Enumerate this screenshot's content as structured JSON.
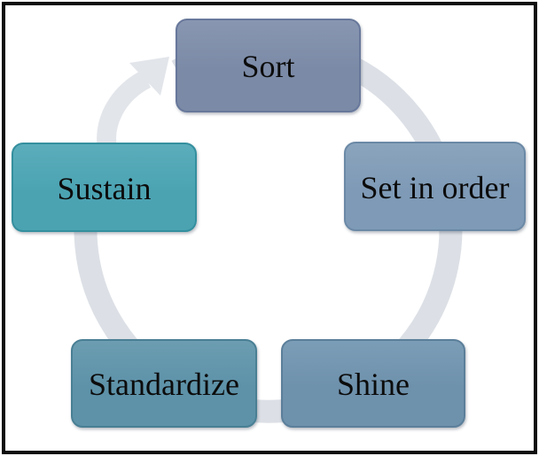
{
  "figure": {
    "background": "#ffffff",
    "border_color": "#0d0d0d"
  },
  "diagram": {
    "type": "cycle",
    "ring_color": "#dce0e6",
    "arrow_color": "#e2e5ea",
    "text_color": "#0c0c0c",
    "nodes": [
      {
        "label": "Sort",
        "fill": "#7b8aa6",
        "fill_top": "#8896b1",
        "edge": "#68789b"
      },
      {
        "label": "Set in order",
        "fill": "#7e9ab6",
        "fill_top": "#8ba4bd",
        "edge": "#6b89a6"
      },
      {
        "label": "Shine",
        "fill": "#6e91ac",
        "fill_top": "#7c9db6",
        "edge": "#5b7f9a"
      },
      {
        "label": "Standardize",
        "fill": "#5d92a8",
        "fill_top": "#6c9db1",
        "edge": "#497f94"
      },
      {
        "label": "Sustain",
        "fill": "#4ba3b2",
        "fill_top": "#5badbb",
        "edge": "#348f9e"
      }
    ]
  }
}
